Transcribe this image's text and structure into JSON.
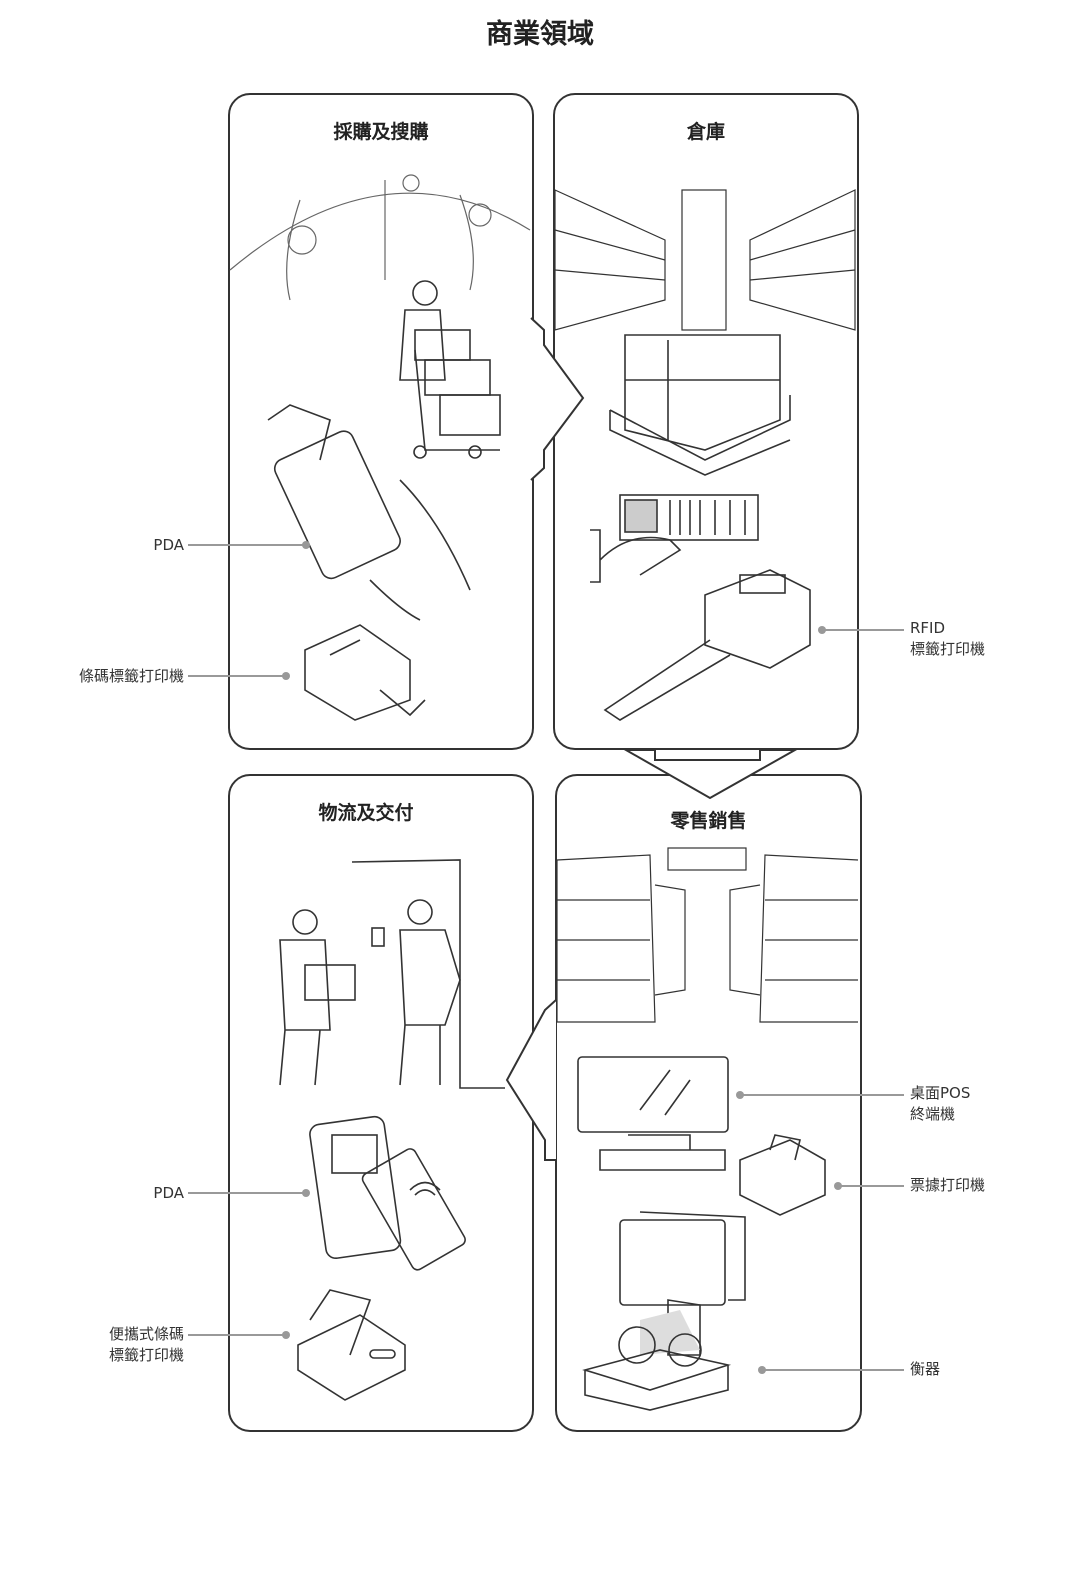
{
  "title": "商業領域",
  "panels": {
    "procurement": {
      "title": "採購及搜購"
    },
    "warehouse": {
      "title": "倉庫"
    },
    "logistics": {
      "title": "物流及交付"
    },
    "retail": {
      "title": "零售銷售"
    }
  },
  "labels": {
    "pda_1": "PDA",
    "barcode_printer": "條碼標籤打印機",
    "rfid_1": "RFID",
    "rfid_2": "標籤打印機",
    "pos_1": "桌面POS",
    "pos_2": "終端機",
    "receipt_printer": "票據打印機",
    "pda_2": "PDA",
    "portable_1": "便攜式條碼",
    "portable_2": "標籤打印機",
    "scale": "衡器"
  }
}
